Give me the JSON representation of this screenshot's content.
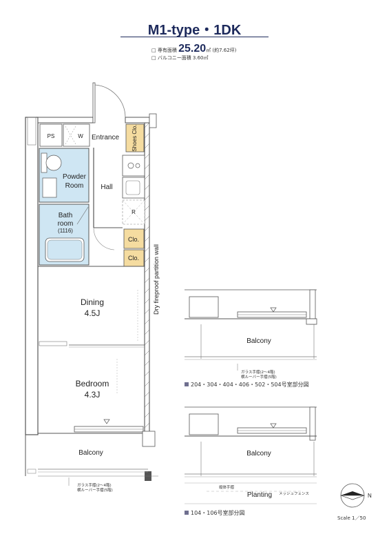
{
  "title": "M1-type・1DK",
  "area": {
    "prefix": "□ 専有面積",
    "value": "25.20",
    "unit": "㎡",
    "tsubo": "(約7.62坪)",
    "balcony": "□ バルコニー面積 3.60㎡"
  },
  "rooms": {
    "ps": "PS",
    "w": "W",
    "entrance": "Entrance",
    "shoes_clo": "Shoes Clo.",
    "powder": "Powder Room",
    "hall": "Hall",
    "bath": "Bath room",
    "bath_size": "(1116)",
    "r": "R",
    "clo1": "Clo.",
    "clo2": "Clo.",
    "dining": "Dining",
    "dining_size": "4.5J",
    "bedroom": "Bedroom",
    "bedroom_size": "4.3J",
    "balcony": "Balcony",
    "partition": "Dry fireproof partition wall"
  },
  "notes": {
    "main_glass": "ガラス手摺(2〜4階)",
    "main_louver": "横ルーバー手摺(5階)",
    "alt1_glass": "ガラス手摺(2〜4階)",
    "alt1_louver": "横ルーバー手摺(5階)",
    "alt2_rail": "縦体手摺",
    "alt2_fence": "メッシュフェンス",
    "planting": "Planting"
  },
  "captions": {
    "alt1": "204・304・404・406・502・504号室部分図",
    "alt2": "104・106号室部分図"
  },
  "alt_balcony_1": "Balcony",
  "alt_balcony_2": "Balcony",
  "compass": "N",
  "scale": "Scale 1／50",
  "colors": {
    "title": "#1d2a5c",
    "water_area": "#cfe6f3",
    "storage": "#f5dca0",
    "wall": "#666666"
  }
}
